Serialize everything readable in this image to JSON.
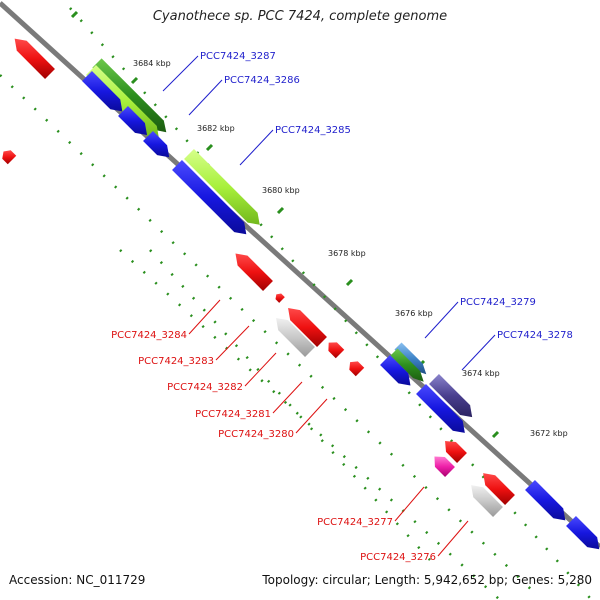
{
  "title": "Cyanothece sp. PCC 7424, complete genome",
  "footer": {
    "accession": "Accession: NC_011729",
    "topology": "Topology: circular; Length: 5,942,652 bp; Genes: 5,280"
  },
  "scale_labels": [
    "3684 kbp",
    "3682 kbp",
    "3680 kbp",
    "3678 kbp",
    "3676 kbp",
    "3674 kbp",
    "3672 kbp"
  ],
  "genes": [
    {
      "id": "PCC7424_3287",
      "strand": "forward",
      "color": "#1f1fcc"
    },
    {
      "id": "PCC7424_3286",
      "strand": "forward",
      "color": "#1f1fcc"
    },
    {
      "id": "PCC7424_3285",
      "strand": "forward",
      "color": "#1f1fcc"
    },
    {
      "id": "PCC7424_3284",
      "strand": "reverse",
      "color": "#dd1111"
    },
    {
      "id": "PCC7424_3283",
      "strand": "reverse",
      "color": "#dd1111"
    },
    {
      "id": "PCC7424_3282",
      "strand": "reverse",
      "color": "#dd1111"
    },
    {
      "id": "PCC7424_3281",
      "strand": "reverse",
      "color": "#dd1111"
    },
    {
      "id": "PCC7424_3280",
      "strand": "reverse",
      "color": "#dd1111"
    },
    {
      "id": "PCC7424_3279",
      "strand": "forward",
      "color": "#1f1fcc"
    },
    {
      "id": "PCC7424_3278",
      "strand": "forward",
      "color": "#1f1fcc"
    },
    {
      "id": "PCC7424_3277",
      "strand": "reverse",
      "color": "#dd1111"
    },
    {
      "id": "PCC7424_3276",
      "strand": "reverse",
      "color": "#dd1111"
    }
  ]
}
